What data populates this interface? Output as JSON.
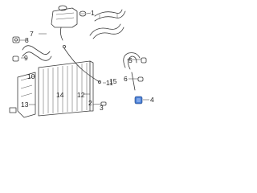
{
  "callouts": {
    "c1": "1",
    "c2": "2",
    "c3": "3",
    "c4": "4",
    "c5": "5",
    "c6": "6",
    "c7": "7",
    "c8": "8",
    "c9": "9",
    "c10": "10",
    "c11": "11",
    "c12": "12",
    "c13": "13",
    "c14": "14",
    "c15": "15"
  },
  "colors": {
    "line": "#3a3a3a",
    "highlight": "#4a7fd4",
    "background": "#ffffff"
  }
}
